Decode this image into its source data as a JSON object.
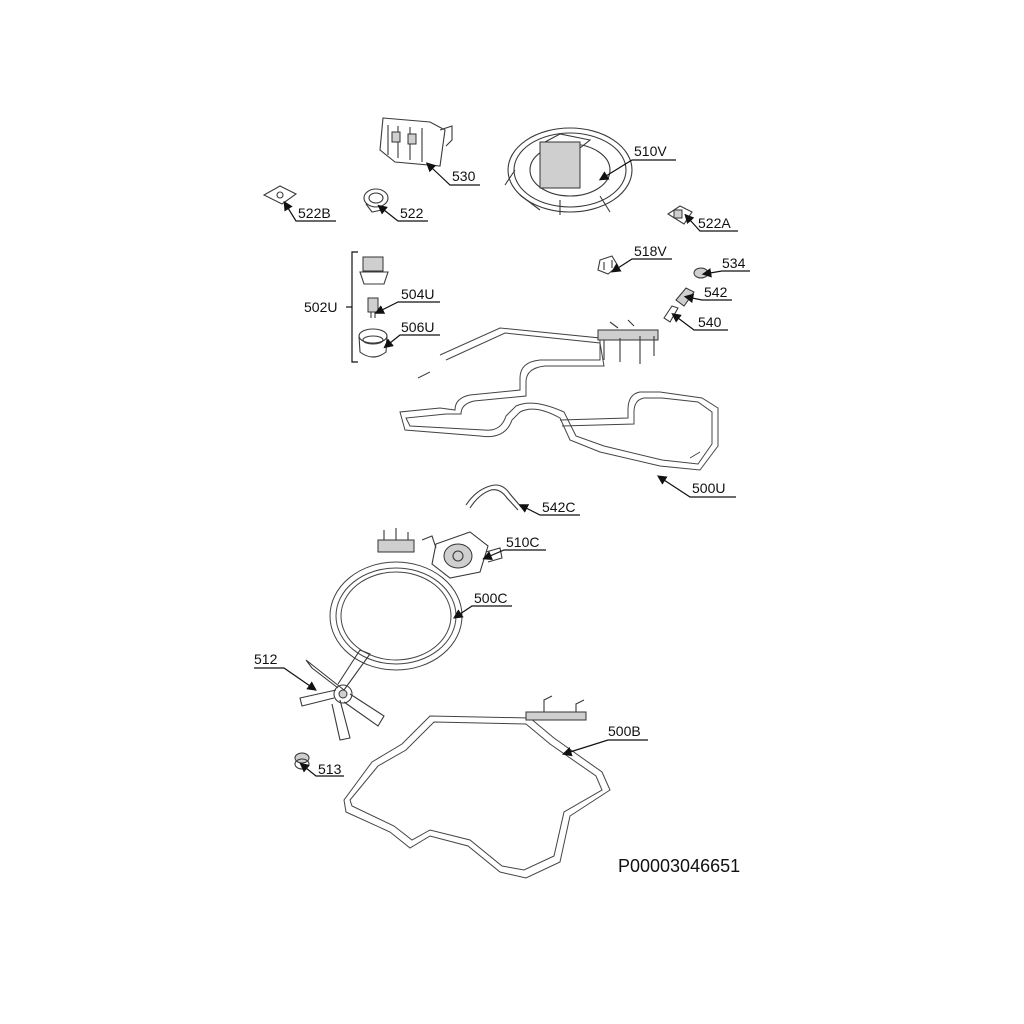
{
  "labels": {
    "p530": "530",
    "p510V": "510V",
    "p522B": "522B",
    "p522": "522",
    "p522A": "522A",
    "p518V": "518V",
    "p534": "534",
    "p542": "542",
    "p540": "540",
    "p502U": "502U",
    "p504U": "504U",
    "p506U": "506U",
    "p500U": "500U",
    "p542C": "542C",
    "p510C": "510C",
    "p500C": "500C",
    "p512": "512",
    "p500B": "500B",
    "p513": "513"
  },
  "document_number": "P00003046651"
}
